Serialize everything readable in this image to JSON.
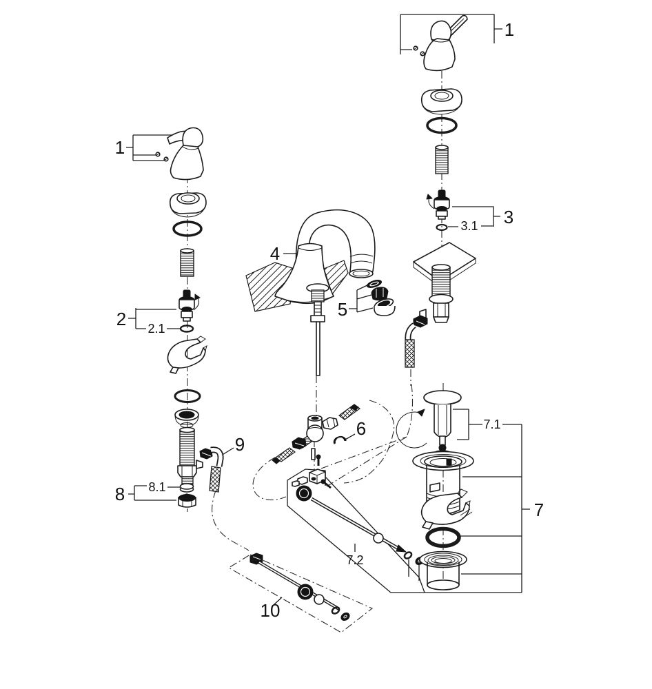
{
  "diagram": {
    "subject": "Exploded parts diagram of a two-handle widespread bathroom faucet with pop-up drain assembly",
    "background_color": "#ffffff",
    "line_color": "#1a1a1a",
    "callouts": {
      "handle_left": "1",
      "handle_right": "1",
      "cartridge_left": "2",
      "cartridge_left_oring": "2.1",
      "cartridge_right": "3",
      "cartridge_right_oring": "3.1",
      "spout": "4",
      "aerator": "5",
      "hose_clip": "6",
      "drain_assembly": "7",
      "drain_stopper": "7.1",
      "drain_pivot_rod": "7.2",
      "mounting_nut": "8",
      "mounting_washer": "8.1",
      "supply_hose": "9",
      "lift_rod": "10"
    }
  }
}
